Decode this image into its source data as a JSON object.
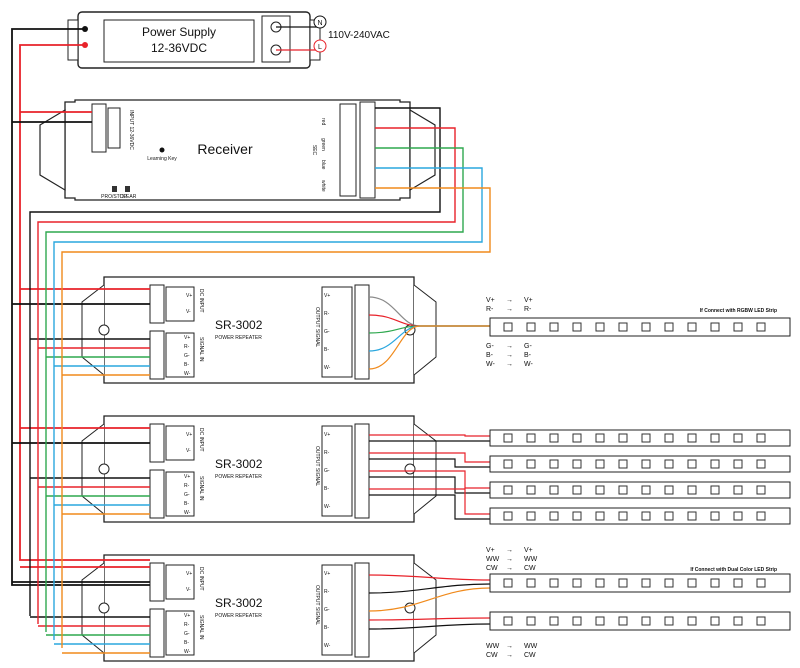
{
  "power_supply": {
    "title": "Power Supply",
    "voltage": "12-36VDC",
    "ac_label": "110V-240VAC",
    "ac_n": "N",
    "ac_l": "L"
  },
  "receiver": {
    "title": "Receiver",
    "learning_key": "Learning Key",
    "dc_input": "INPUT 12-36VDC",
    "sec": "SEC",
    "channels": [
      "red",
      "green",
      "blue",
      "white"
    ],
    "switch1": "PRO/STOP",
    "switch2": "CLEAR"
  },
  "repeater": {
    "model": "SR-3002",
    "subtitle": "POWER REPEATER",
    "dc_input_label": "DC INPUT",
    "signal_in_label": "SIGNAL IN",
    "output_label": "OUTPUT SIGNAL",
    "vplus": "V+",
    "vminus": "V-",
    "terms_in": [
      "V+",
      "R-",
      "G-",
      "B-",
      "W-"
    ],
    "terms_out": [
      "V+",
      "R-",
      "G-",
      "B-",
      "W-"
    ]
  },
  "rgbw_mapping": {
    "title": "If Connect with RGBW LED Strip",
    "top": [
      [
        "V+",
        "V+"
      ],
      [
        "R-",
        "R-"
      ]
    ],
    "bottom": [
      [
        "G-",
        "G-"
      ],
      [
        "B-",
        "B-"
      ],
      [
        "W-",
        "W-"
      ]
    ]
  },
  "dual_mapping": {
    "title": "If Connect with Dual Color LED Strip",
    "top": [
      [
        "V+",
        "V+"
      ],
      [
        "WW",
        "WW"
      ],
      [
        "CW",
        "CW"
      ]
    ],
    "bottom": [
      [
        "WW",
        "WW"
      ],
      [
        "CW",
        "CW"
      ]
    ]
  },
  "colors": {
    "red": "#e8222a",
    "green": "#2fa84f",
    "blue": "#2aa7de",
    "orange": "#f08a1c",
    "gray": "#8a8a8a",
    "black": "#111111"
  }
}
